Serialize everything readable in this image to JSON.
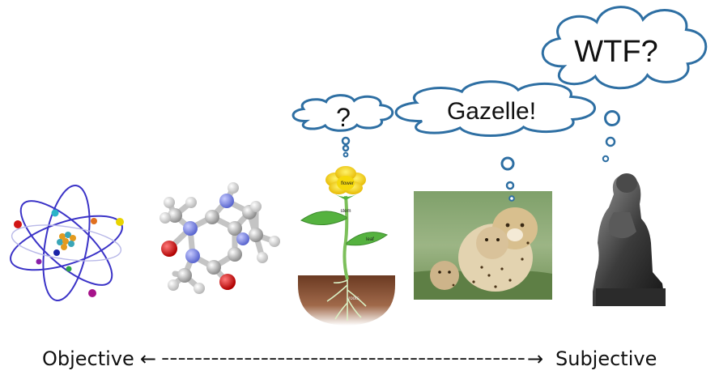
{
  "thoughts": {
    "plant": "?",
    "cheetah": "Gazelle!",
    "thinker": "WTF?"
  },
  "plant_labels": {
    "flower": "flower",
    "stem": "stem",
    "leaf": "leaf",
    "roots": "roots"
  },
  "axis": {
    "left": "Objective",
    "right": "Subjective",
    "left_arrow": "←",
    "dashes": "--------------------------------------------",
    "right_arrow": "→"
  },
  "colors": {
    "cloud_outline": "#2e6fa3",
    "orbit": "#3b33c7",
    "flower": "#f5d90a",
    "stem": "#7cbf5a",
    "soil": "#7a4226",
    "nitrogen": "#7f8be0",
    "oxygen": "#d11414"
  }
}
